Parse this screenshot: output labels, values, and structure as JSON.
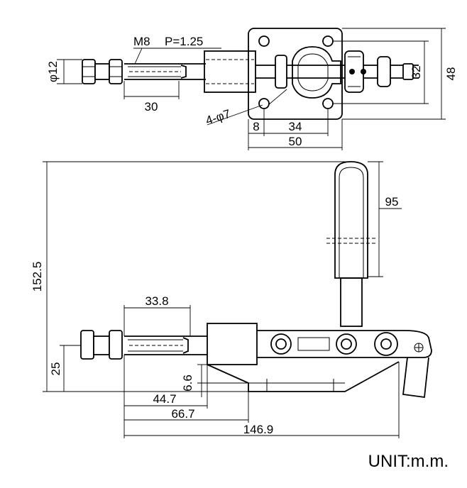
{
  "dimensions": {
    "thread_spec": "M8",
    "pitch": "P=1.25",
    "shaft_dia": "φ12",
    "thread_len_top": "30",
    "holes": "4-φ7",
    "base_left": "8",
    "hole_spacing": "34",
    "base_width": "50",
    "hole_spacing_v": "32",
    "base_height": "48",
    "total_height": "152.5",
    "handle_len": "95",
    "stroke_len": "33.8",
    "height_low": "25",
    "offset_small": "6.6",
    "len_a": "44.7",
    "len_b": "66.7",
    "total_len": "146.9"
  },
  "unit": "UNIT:m.m."
}
